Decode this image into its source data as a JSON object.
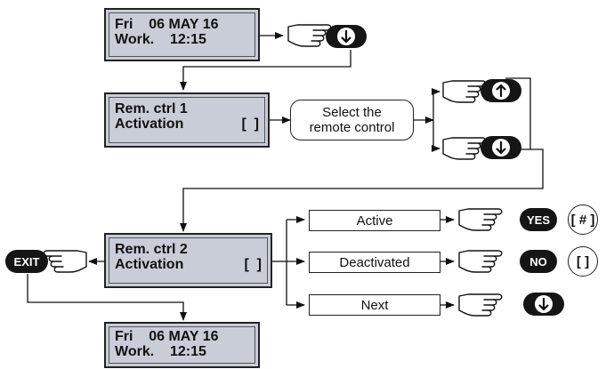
{
  "screens": {
    "top": {
      "line1": "Fri    06 MAY 16",
      "line2": "Work.    12:15"
    },
    "remote1": {
      "line1": "Rem. ctrl 1",
      "line2_left": "Activation",
      "line2_right": "[  ]"
    },
    "remote2": {
      "line1": "Rem. ctrl 2",
      "line2_left": "Activation",
      "line2_right": "[  ]"
    },
    "bottom": {
      "line1": "Fri    06 MAY 16",
      "line2": "Work.    12:15"
    }
  },
  "select_box": {
    "line1": "Select the",
    "line2": "remote control"
  },
  "options": {
    "active": "Active",
    "deactivated": "Deactivated",
    "next": "Next"
  },
  "buttons": {
    "yes": "YES",
    "no": "NO",
    "exit": "EXIT"
  },
  "indicators": {
    "active": "[ # ]",
    "deactivated": "[   ]"
  }
}
